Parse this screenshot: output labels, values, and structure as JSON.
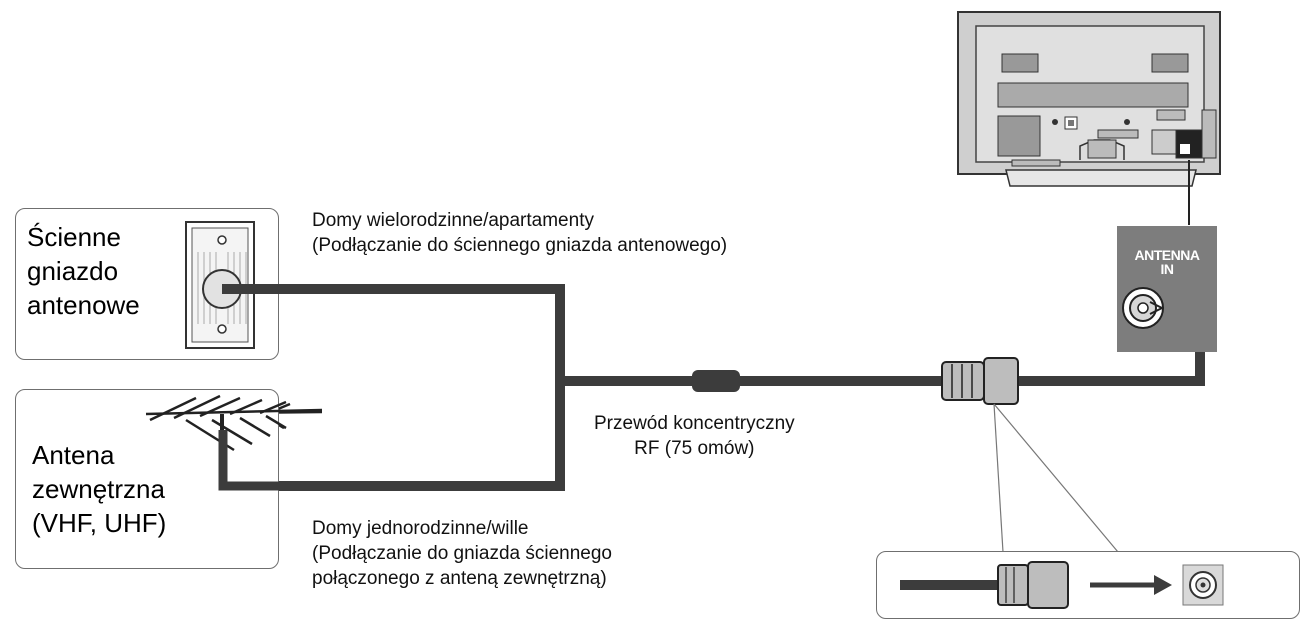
{
  "wall_socket": {
    "lines": [
      "Ścienne",
      "gniazdo",
      "antenowe"
    ]
  },
  "outdoor_antenna": {
    "lines": [
      "Antena",
      "zewnętrzna",
      "(VHF, UHF)"
    ]
  },
  "captions": {
    "multi_family": {
      "line1": "Domy wielorodzinne/apartamenty",
      "line2": "(Podłączanie do ściennego gniazda antenowego)"
    },
    "single_family": {
      "line1": "Domy jednorodzinne/wille",
      "line2": "(Podłączanie do gniazda ściennego",
      "line3": "połączonego z anteną zewnętrzną)"
    },
    "cable": {
      "line1": "Przewód koncentryczny",
      "line2": "RF (75 omów)"
    }
  },
  "antenna_in_panel": {
    "line1": "ANTENNA",
    "line2": "IN"
  },
  "colors": {
    "cable": "#3c3c3c",
    "panel": "#7d7d7d",
    "tv_body": "#d9d9d9",
    "box_border": "#6f6f6f"
  }
}
